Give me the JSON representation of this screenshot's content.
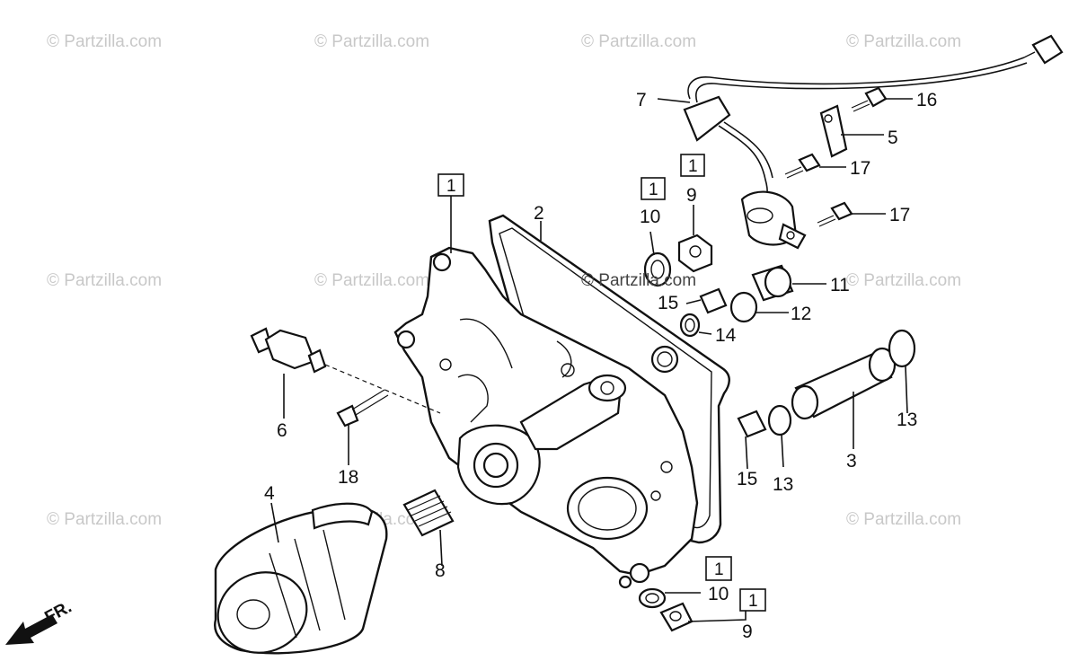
{
  "watermark_text": "© Partzilla.com",
  "watermark_center_text": "© Partzilla.com",
  "front_arrow_label": "FR.",
  "box_label": "1",
  "callouts": {
    "c1": "2",
    "c2": "3",
    "c3": "4",
    "c4": "5",
    "c5": "6",
    "c6": "7",
    "c7": "8",
    "c8": "9",
    "c9": "9",
    "c10": "10",
    "c11": "10",
    "c12": "11",
    "c13": "12",
    "c14": "13",
    "c15": "13",
    "c16": "14",
    "c17": "15",
    "c18": "15",
    "c19": "16",
    "c20": "17",
    "c21": "17",
    "c22": "18"
  }
}
